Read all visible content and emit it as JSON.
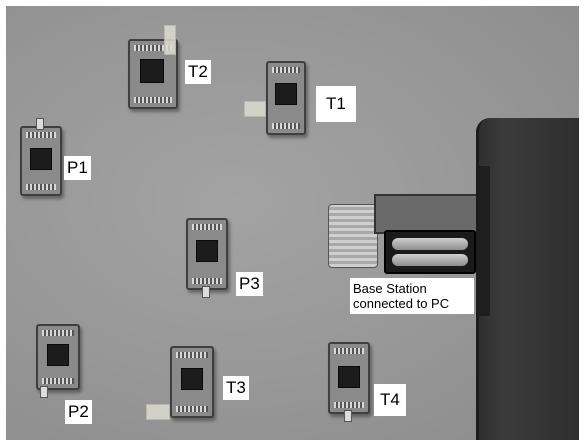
{
  "labels": {
    "t1": "T1",
    "t2": "T2",
    "t3": "T3",
    "t4": "T4",
    "p1": "P1",
    "p2": "P2",
    "p3": "P3",
    "base_station": "Base Station connected to PC"
  }
}
